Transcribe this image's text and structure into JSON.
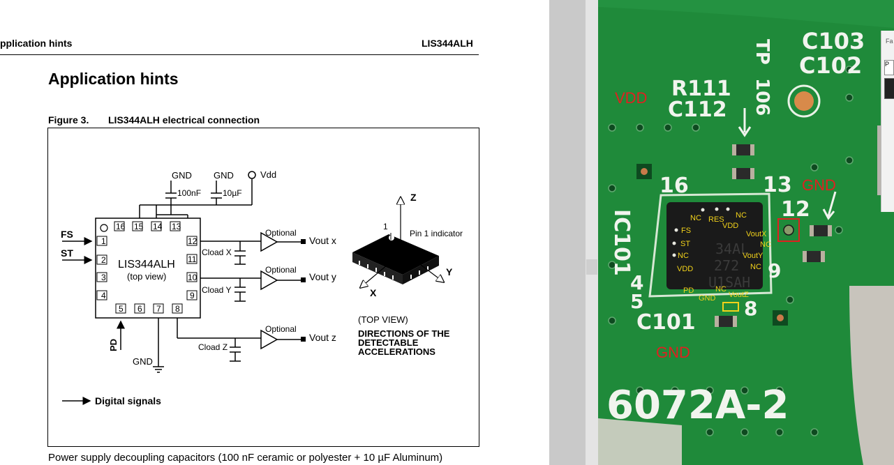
{
  "document": {
    "header_left": "pplication hints",
    "header_right": "LIS344ALH",
    "section_title": "Application hints",
    "figure_number": "Figure 3.",
    "figure_title": "LIS344ALH electrical connection",
    "body_text": "Power supply decoupling capacitors (100 nF ceramic or polyester + 10 µF Aluminum)"
  },
  "schematic": {
    "chip_name": "LIS344ALH",
    "chip_view": "(top view)",
    "pins_top": [
      "16",
      "15",
      "14",
      "13"
    ],
    "pins_left": [
      "1",
      "2",
      "3",
      "4"
    ],
    "pins_bottom": [
      "5",
      "6",
      "7",
      "8"
    ],
    "pins_right": [
      "12",
      "11",
      "10",
      "9"
    ],
    "gnd_label": "GND",
    "gnd_label_2": "GND",
    "gnd_label_bottom": "GND",
    "vdd_label": "Vdd",
    "cap_100nf": "100nF",
    "cap_10uf": "10µF",
    "fs_label": "FS",
    "st_label": "ST",
    "pd_label": "PD",
    "cload_x": "Cload X",
    "cload_y": "Cload Y",
    "cload_z": "Cload Z",
    "optional_1": "Optional",
    "optional_2": "Optional",
    "optional_3": "Optional",
    "vout_x": "Vout x",
    "vout_y": "Vout y",
    "vout_z": "Vout z",
    "axis_z": "Z",
    "axis_x": "X",
    "axis_y": "Y",
    "pin1_number": "1",
    "pin1_indicator": "Pin 1 indicator",
    "top_view": "(TOP VIEW)",
    "directions_line1": "DIRECTIONS OF THE",
    "directions_line2": "DETECTABLE",
    "directions_line3": "ACCELERATIONS",
    "legend": "Digital signals"
  },
  "photo": {
    "silk_c103": "C103",
    "silk_c102": "C102",
    "silk_tp": "TP",
    "silk_106": "106",
    "silk_r111": "R111",
    "silk_c112": "C112",
    "silk_16": "16",
    "silk_13": "13",
    "silk_12": "12",
    "silk_ic101": "IC101",
    "silk_4": "4",
    "silk_5": "5",
    "silk_9": "9",
    "silk_8": "8",
    "silk_c101": "C101",
    "silk_board": "6072A-2",
    "chip_mark_1": "34AL",
    "chip_mark_2": "272",
    "chip_mark_3": "U1SAH",
    "anno_vdd": "VDD",
    "anno_gnd_right": "GND",
    "anno_gnd_bottom": "GND",
    "pin_nc_top1": "NC",
    "pin_res": "RES",
    "pin_vdd_top": "VDD",
    "pin_nc_top2": "NC",
    "pin_fs": "FS",
    "pin_st": "ST",
    "pin_nc_left": "NC",
    "pin_vdd_left": "VDD",
    "pin_voutx": "VoutX",
    "pin_nc_r1": "NC",
    "pin_vouty": "VoutY",
    "pin_nc_r2": "NC",
    "pin_pd": "PD",
    "pin_gnd": "GND",
    "pin_nc_bottom": "NC",
    "pin_voutz": "VoutZ",
    "colors": {
      "pcb_green": "#1f8a3a",
      "annotation_red": "#e02020",
      "annotation_yellow": "#f2d21a"
    }
  },
  "side_panel": {
    "tab_a": "Fa",
    "tab_b": "P"
  }
}
